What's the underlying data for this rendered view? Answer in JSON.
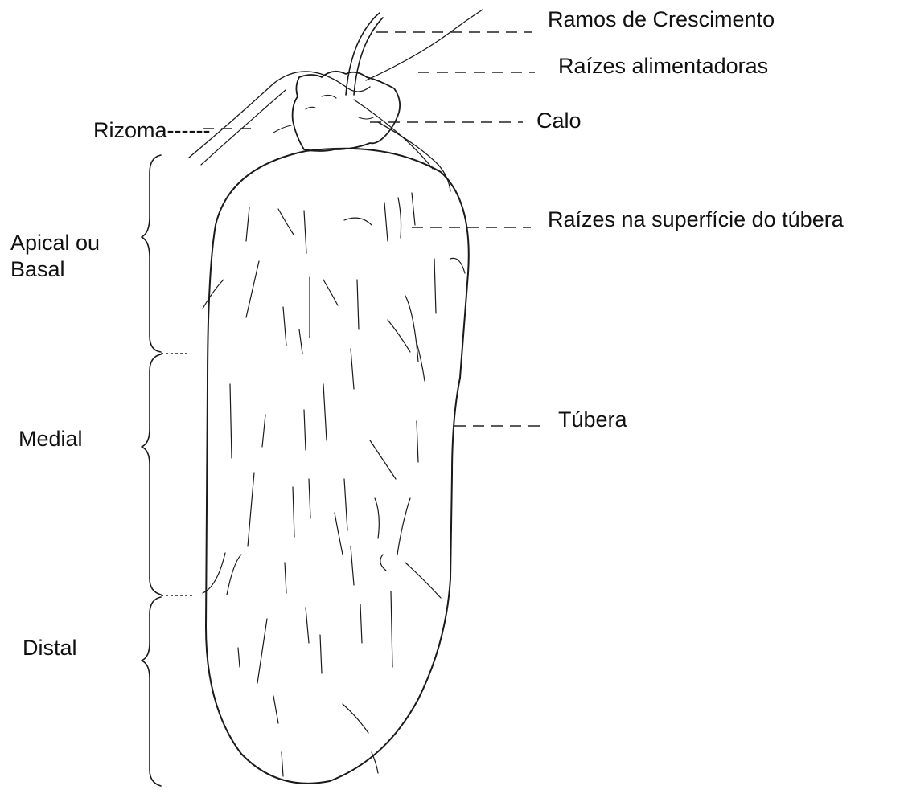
{
  "labels": {
    "ramos_crescimento": "Ramos de Crescimento",
    "raizes_alimentadoras": "Raízes alimentadoras",
    "calo": "Calo",
    "rizoma": "Rizoma------",
    "raizes_superficie": "Raízes na superfície do túbera",
    "tubera": "Túbera",
    "apical_basal": "Apical ou Basal",
    "medial": "Medial",
    "distal": "Distal"
  },
  "colors": {
    "ink": "#1a1a1a",
    "background": "#ffffff"
  }
}
